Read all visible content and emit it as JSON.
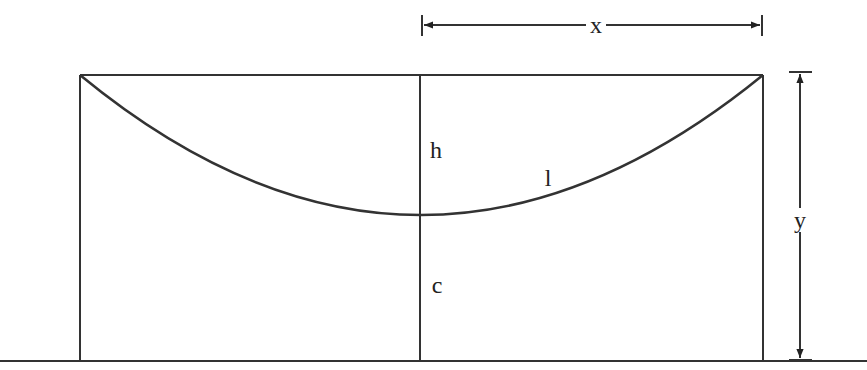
{
  "diagram": {
    "labels": [
      "x",
      "h",
      "l",
      "y",
      "c"
    ]
  }
}
